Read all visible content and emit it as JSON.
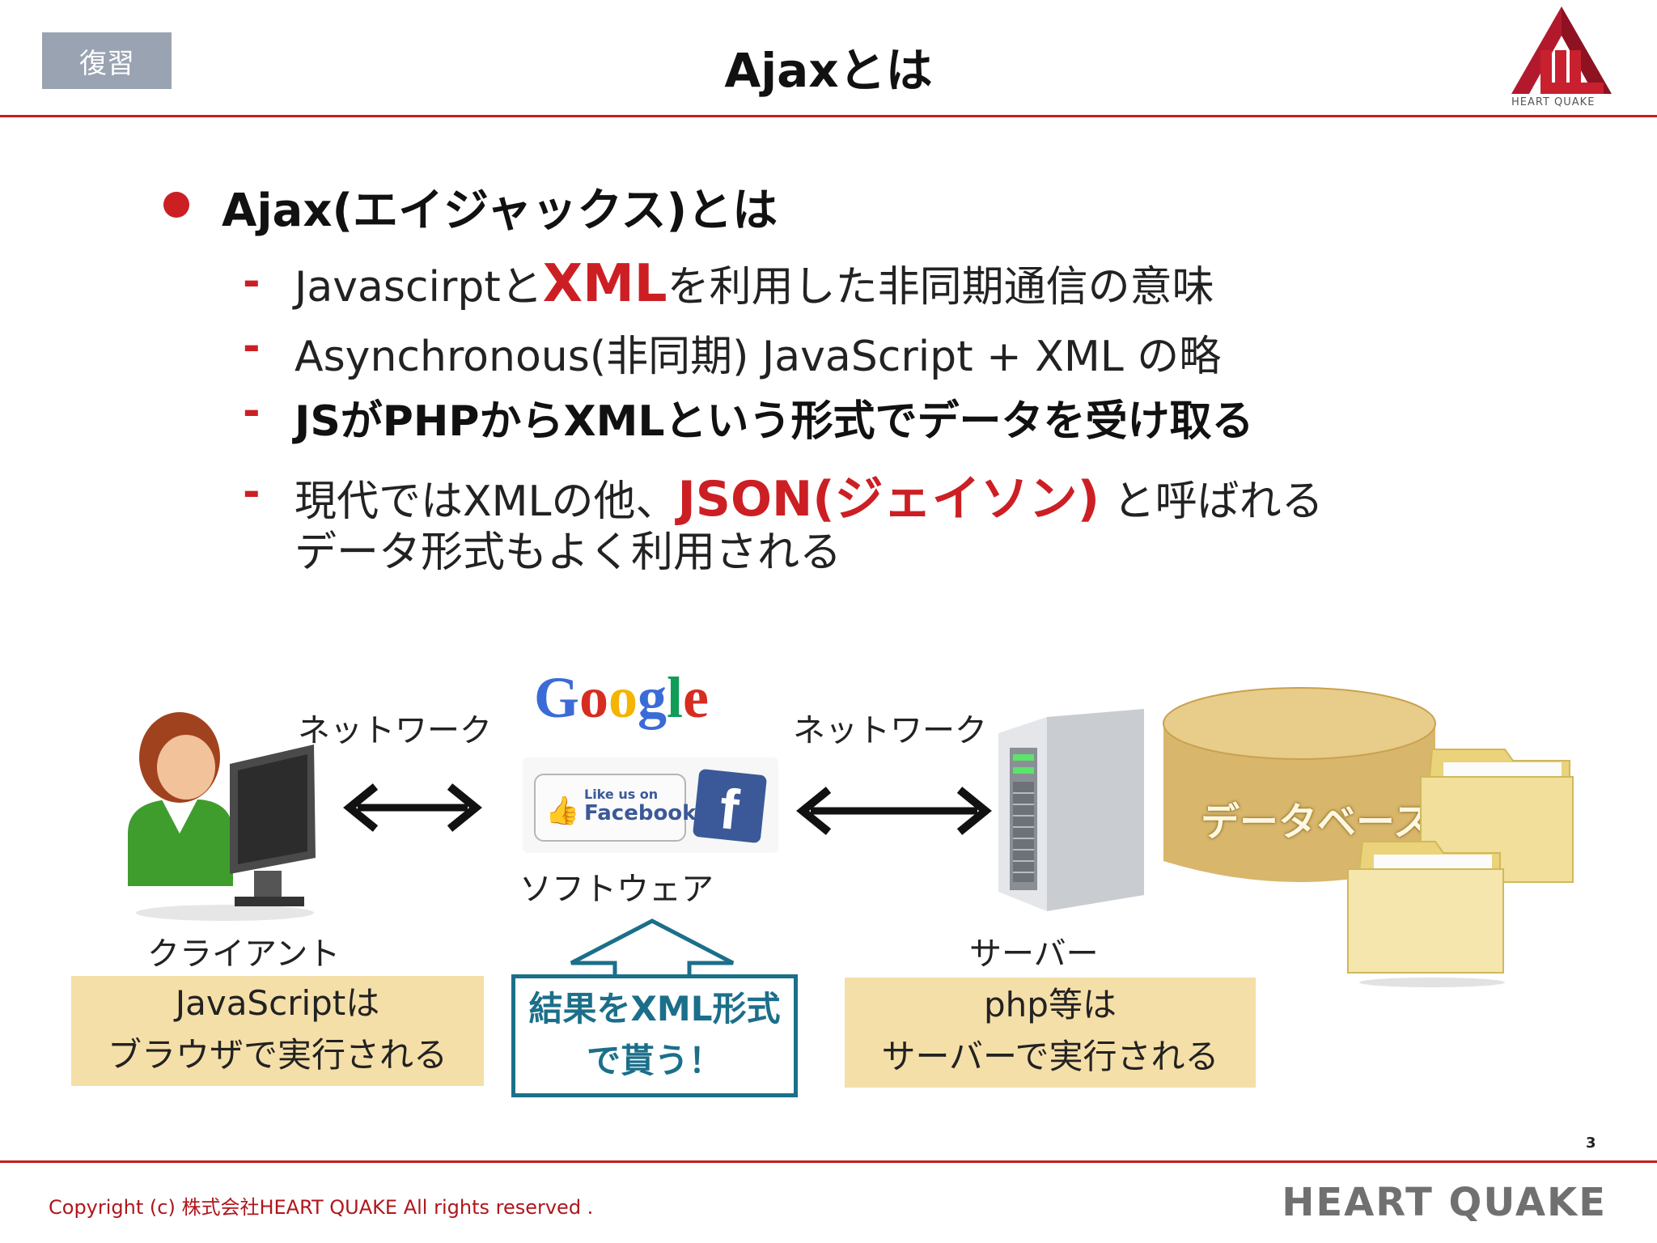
{
  "header": {
    "tag": "復習",
    "title": "Ajaxとは",
    "logo_text": "HEART QUAKE"
  },
  "bullet": {
    "heading": "Ajax(エイジャックス)とは",
    "items": [
      {
        "pre": "Javascirptと",
        "em": "XML",
        "post": "を利用した非同期通信の意味"
      },
      {
        "text": "Asynchronous(非同期) JavaScript + XML の略"
      },
      {
        "text": "JSがPHPからXMLという形式でデータを受け取る"
      },
      {
        "pre": "現代ではXMLの他、",
        "em": "JSON(ジェイソン)",
        "post": " と呼ばれる",
        "line2": "データ形式もよく利用される"
      }
    ]
  },
  "diagram": {
    "network_left": "ネットワーク",
    "network_right": "ネットワーク",
    "google": "Google",
    "like_small": "Like us on",
    "like_big": "Facebook",
    "software": "ソフトウェア",
    "client": "クライアント",
    "server": "サーバー",
    "database": "データベース",
    "client_box": [
      "JavaScriptは",
      "ブラウザで実行される"
    ],
    "center_box": [
      "結果をXML形式",
      "で貰う！"
    ],
    "server_box": [
      "php等は",
      "サーバーで実行される"
    ]
  },
  "footer": {
    "page": "3",
    "copyright": "Copyright (c) 株式会社HEART QUAKE All rights reserved .",
    "brand": "HEART QUAKE"
  },
  "colors": {
    "accent_red": "#cc1f24",
    "tag_bg": "#9aa3b1",
    "box_bg": "#f5dfa8",
    "box_blue": "#1b6f8a"
  }
}
